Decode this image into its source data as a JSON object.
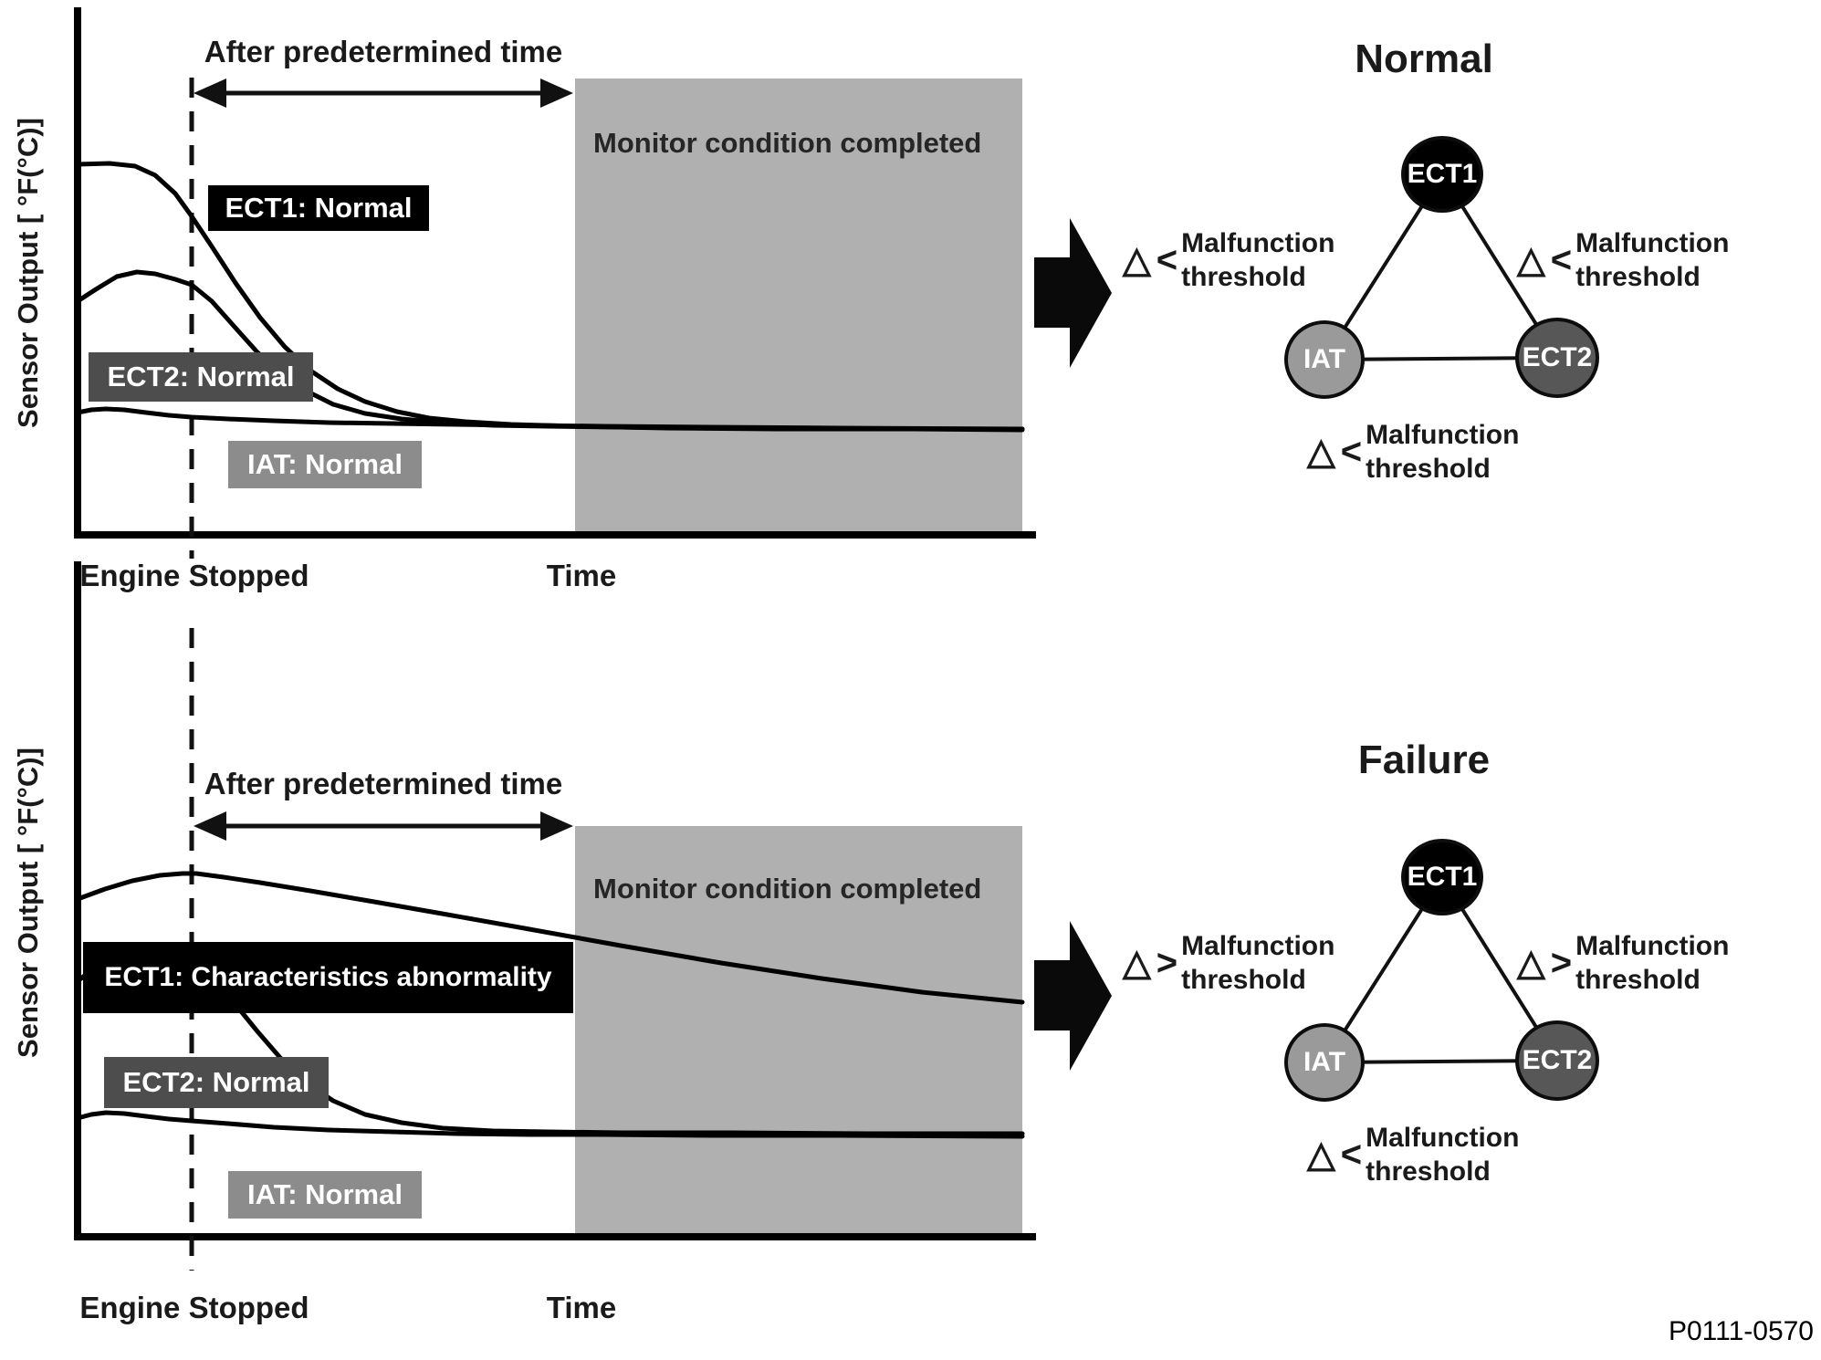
{
  "page": {
    "code": "P0111-0570"
  },
  "colors": {
    "gray_box": "#b0b0b0",
    "ect1_label_bg": "#000000",
    "ect2_label_bg": "#4d4d4d",
    "iat_label_bg": "#8c8c8c",
    "node_ect1": "#000000",
    "node_ect2": "#575757",
    "node_iat": "#9a9a9a"
  },
  "charts": [
    {
      "y_axis_label": "Sensor Output [ °F(°C)]",
      "after_label": "After predetermined time",
      "monitor_label": "Monitor condition completed",
      "labels": {
        "ect1": "ECT1: Normal",
        "ect2": "ECT2: Normal",
        "iat": "IAT: Normal"
      },
      "x_labels": {
        "engine_stopped": "Engine Stopped",
        "time": "Time"
      },
      "curves": {
        "ect1": [
          [
            85,
            180
          ],
          [
            120,
            179
          ],
          [
            148,
            182
          ],
          [
            170,
            192
          ],
          [
            192,
            212
          ],
          [
            210,
            237
          ],
          [
            232,
            270
          ],
          [
            258,
            310
          ],
          [
            285,
            348
          ],
          [
            312,
            380
          ],
          [
            340,
            406
          ],
          [
            370,
            426
          ],
          [
            400,
            440
          ],
          [
            435,
            451
          ],
          [
            470,
            458
          ],
          [
            510,
            462
          ],
          [
            560,
            465
          ],
          [
            630,
            467
          ],
          [
            730,
            469
          ],
          [
            850,
            470
          ],
          [
            1000,
            470
          ],
          [
            1120,
            471
          ]
        ],
        "ect2": [
          [
            85,
            330
          ],
          [
            105,
            317
          ],
          [
            128,
            303
          ],
          [
            150,
            298
          ],
          [
            170,
            300
          ],
          [
            192,
            306
          ],
          [
            210,
            312
          ],
          [
            232,
            330
          ],
          [
            256,
            357
          ],
          [
            282,
            386
          ],
          [
            308,
            410
          ],
          [
            335,
            428
          ],
          [
            365,
            443
          ],
          [
            400,
            453
          ],
          [
            440,
            459
          ],
          [
            485,
            463
          ],
          [
            540,
            466
          ],
          [
            600,
            467
          ],
          [
            680,
            468
          ],
          [
            800,
            469
          ],
          [
            950,
            470
          ],
          [
            1120,
            470
          ]
        ],
        "iat": [
          [
            85,
            452
          ],
          [
            100,
            449
          ],
          [
            116,
            448
          ],
          [
            136,
            449
          ],
          [
            160,
            452
          ],
          [
            185,
            455
          ],
          [
            210,
            457
          ],
          [
            250,
            459
          ],
          [
            300,
            461
          ],
          [
            360,
            463
          ],
          [
            430,
            464
          ],
          [
            500,
            465
          ],
          [
            580,
            466
          ],
          [
            660,
            467
          ],
          [
            780,
            468
          ],
          [
            920,
            469
          ],
          [
            1120,
            470
          ]
        ]
      }
    },
    {
      "y_axis_label": "Sensor Output [ °F(°C)]",
      "after_label": "After predetermined time",
      "monitor_label": "Monitor condition completed",
      "labels": {
        "ect1": "ECT1: Characteristics abnormality",
        "ect2": "ECT2: Normal",
        "iat": "IAT: Normal"
      },
      "x_labels": {
        "engine_stopped": "Engine Stopped",
        "time": "Time"
      },
      "curves": {
        "ect1": [
          [
            85,
            985
          ],
          [
            115,
            974
          ],
          [
            145,
            965
          ],
          [
            175,
            959
          ],
          [
            200,
            957
          ],
          [
            215,
            957
          ],
          [
            245,
            961
          ],
          [
            285,
            967
          ],
          [
            340,
            976
          ],
          [
            410,
            988
          ],
          [
            490,
            1002
          ],
          [
            580,
            1018
          ],
          [
            680,
            1036
          ],
          [
            790,
            1055
          ],
          [
            900,
            1072
          ],
          [
            1010,
            1087
          ],
          [
            1120,
            1098
          ]
        ],
        "ect2": [
          [
            85,
            1075
          ],
          [
            105,
            1059
          ],
          [
            128,
            1046
          ],
          [
            150,
            1040
          ],
          [
            170,
            1042
          ],
          [
            192,
            1047
          ],
          [
            210,
            1052
          ],
          [
            232,
            1070
          ],
          [
            256,
            1098
          ],
          [
            282,
            1130
          ],
          [
            308,
            1160
          ],
          [
            335,
            1186
          ],
          [
            365,
            1206
          ],
          [
            400,
            1221
          ],
          [
            440,
            1230
          ],
          [
            485,
            1236
          ],
          [
            540,
            1239
          ],
          [
            600,
            1240
          ],
          [
            680,
            1241
          ],
          [
            800,
            1241
          ],
          [
            950,
            1242
          ],
          [
            1120,
            1242
          ]
        ],
        "iat": [
          [
            85,
            1225
          ],
          [
            100,
            1221
          ],
          [
            116,
            1219
          ],
          [
            136,
            1220
          ],
          [
            160,
            1223
          ],
          [
            185,
            1226
          ],
          [
            210,
            1228
          ],
          [
            250,
            1231
          ],
          [
            300,
            1235
          ],
          [
            360,
            1238
          ],
          [
            430,
            1240
          ],
          [
            500,
            1242
          ],
          [
            580,
            1243
          ],
          [
            660,
            1243
          ],
          [
            780,
            1244
          ],
          [
            920,
            1244
          ],
          [
            1120,
            1245
          ]
        ]
      }
    }
  ],
  "diagrams": [
    {
      "title": "Normal",
      "nodes": {
        "ect1": "ECT1",
        "iat": "IAT",
        "ect2": "ECT2"
      },
      "thresholds": {
        "left": {
          "delta": "△",
          "op": "<",
          "line1": "Malfunction",
          "line2": "threshold"
        },
        "right": {
          "delta": "△",
          "op": "<",
          "line1": "Malfunction",
          "line2": "threshold"
        },
        "bottom": {
          "delta": "△",
          "op": "<",
          "line1": "Malfunction",
          "line2": "threshold"
        }
      }
    },
    {
      "title": "Failure",
      "nodes": {
        "ect1": "ECT1",
        "iat": "IAT",
        "ect2": "ECT2"
      },
      "thresholds": {
        "left": {
          "delta": "△",
          "op": ">",
          "line1": "Malfunction",
          "line2": "threshold"
        },
        "right": {
          "delta": "△",
          "op": ">",
          "line1": "Malfunction",
          "line2": "threshold"
        },
        "bottom": {
          "delta": "△",
          "op": "<",
          "line1": "Malfunction",
          "line2": "threshold"
        }
      }
    }
  ]
}
